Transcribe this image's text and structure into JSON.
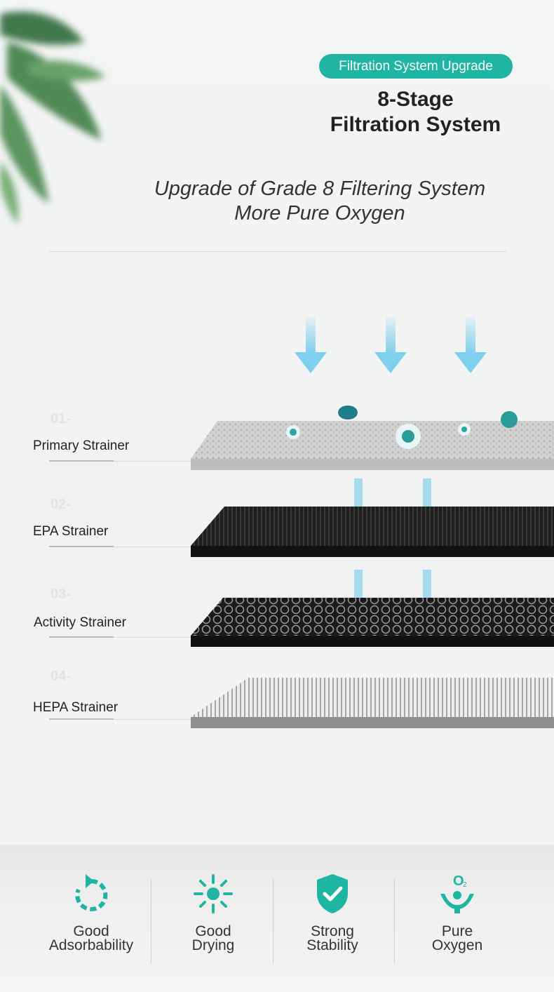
{
  "badge": "Filtration System Upgrade",
  "title": {
    "line1": "8-Stage",
    "line2": "Filtration System"
  },
  "subtitle": {
    "line1": "Upgrade of Grade 8 Filtering System",
    "line2": "More Pure Oxygen"
  },
  "colors": {
    "accent": "#1fb5a3",
    "arrow": "#7fcfee",
    "text": "#222222"
  },
  "stages": [
    {
      "number": "01-",
      "name": "Primary Strainer"
    },
    {
      "number": "02-",
      "name": "EPA Strainer"
    },
    {
      "number": "03-",
      "name": "Activity Strainer"
    },
    {
      "number": "04-",
      "name": "HEPA Strainer"
    }
  ],
  "features": [
    {
      "icon": "refresh-icon",
      "line1": "Good",
      "line2": "Adsorbability"
    },
    {
      "icon": "sun-icon",
      "line1": "Good",
      "line2": "Drying"
    },
    {
      "icon": "shield-check-icon",
      "line1": "Strong",
      "line2": "Stability"
    },
    {
      "icon": "oxygen-hands-icon",
      "line1": "Pure",
      "line2": "Oxygen"
    }
  ]
}
